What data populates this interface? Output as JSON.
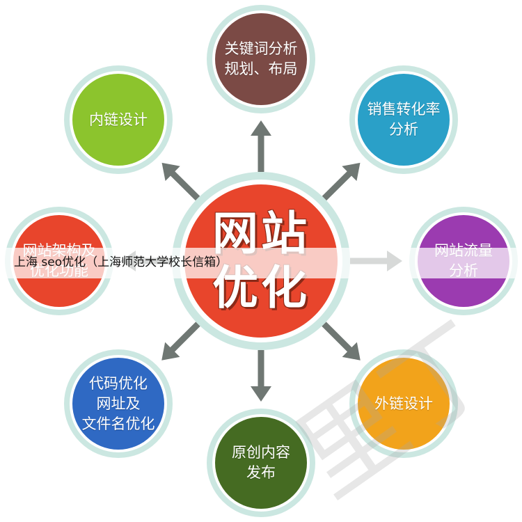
{
  "center": {
    "line1": "网站",
    "line2": "优化",
    "color": "#e8452c"
  },
  "nodes": [
    {
      "id": "keyword",
      "label": "关键词分析\n规划、布局",
      "color": "#7b4a45"
    },
    {
      "id": "sales",
      "label": "销售转化率\n分析",
      "color": "#2aa0c8"
    },
    {
      "id": "traffic",
      "label": "网站流量\n分析",
      "color": "#9b3bb0"
    },
    {
      "id": "external",
      "label": "外链设计",
      "color": "#f2a31b"
    },
    {
      "id": "content",
      "label": "原创内容\n发布",
      "color": "#456b22"
    },
    {
      "id": "code",
      "label": "代码优化\n网址及\n文件名优化",
      "color": "#2f69c3"
    },
    {
      "id": "architecture",
      "label": "网站架构及\n优化功能",
      "color": "#e8452c"
    },
    {
      "id": "internal",
      "label": "内链设计",
      "color": "#8cc42d"
    }
  ],
  "ring_color": "#cbe7e1",
  "arrow_color": "#6f7773",
  "caption": "上海  seo优化（上海师范大学校长信箱）",
  "watermark": "里丁"
}
